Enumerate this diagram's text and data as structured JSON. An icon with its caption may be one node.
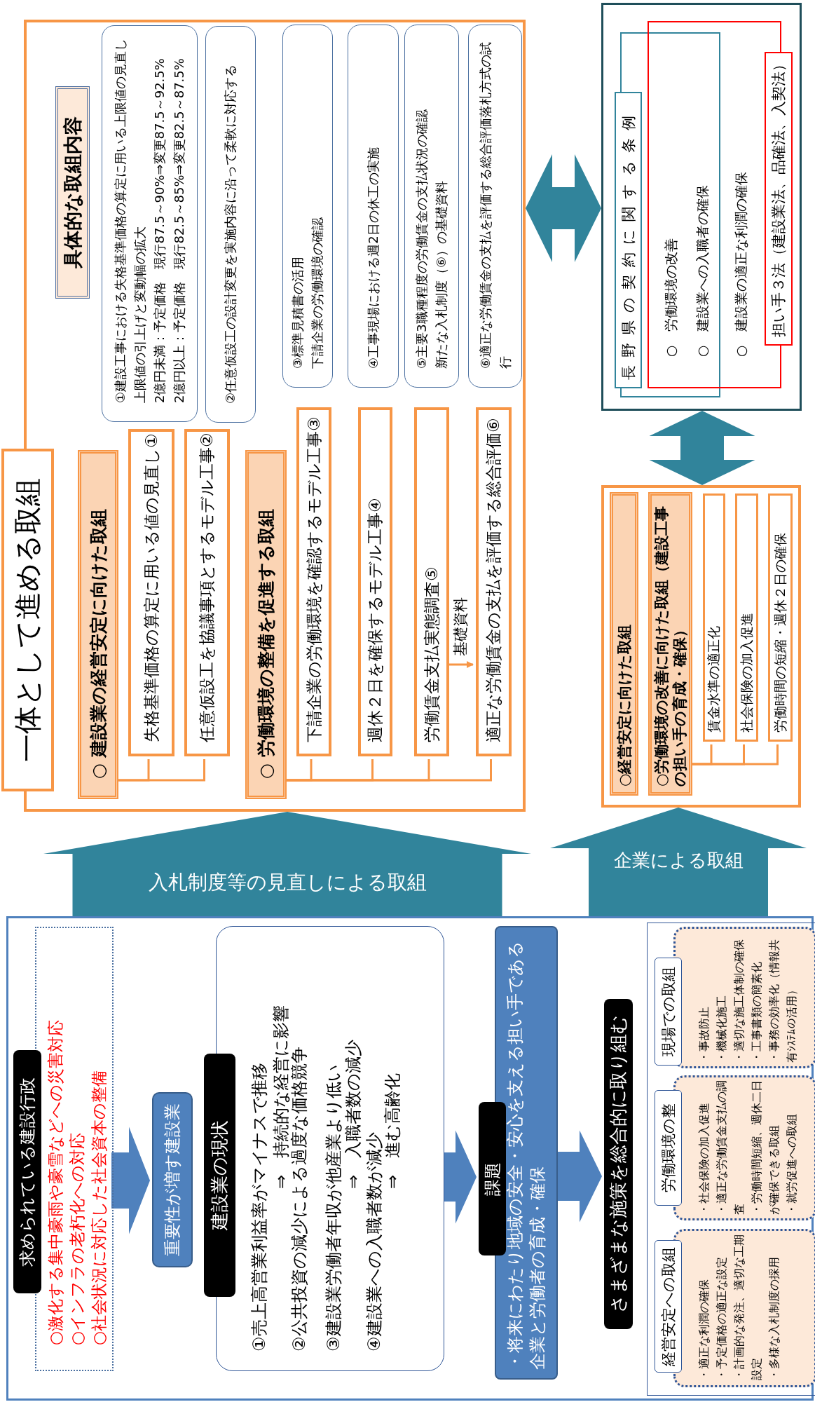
{
  "diagram": {
    "nodes": [
      {
        "text": [],
        "shape": "box"
      },
      {
        "text": [
          "求められている建設行政",
          "○激化する集中豪雨や豪雪などへの災害対応",
          "○インフラの老朽化への対応",
          "○社会状況に対応した社会資本の整備"
        ],
        "in": 0
      },
      {
        "text": [
          "重要性が増す建設業"
        ],
        "in": 0
      },
      {
        "text": [
          "建設業の現状",
          "①売上高営業利益率がマイナスで推移",
          "⇒　持続的な経営に影響",
          "②公共投資の減少による過度な価格競争",
          "③建設業労働者年収が他産業より低い",
          "⇒　入職者数の減少",
          "④建設業への入職者数が減少",
          "⇒　進む高齢化"
        ],
        "in": 0
      },
      {
        "text": [
          "課題",
          "・将来にわたり地域の安全・安心を支える担い手である企業と労働者の育成・確保"
        ],
        "in": 0
      },
      {
        "text": [
          "さまざまな施策を総合的に取り組む"
        ],
        "in": 0
      },
      {
        "text": [],
        "shape": "box",
        "in": 0
      },
      {
        "text": [
          "経営安定への取組",
          "・適正な利潤の確保",
          "・予定価格の適正な設定",
          "・計画的な発注、適切な工期設定",
          "・多様な入札制度の採用"
        ],
        "in": 6
      },
      {
        "text": [
          "労働環境の整",
          "・社会保険の加入促進",
          "・適正な労働賃金支払の調査",
          "・労働時間短縮、週休二日が確保できる取組",
          "・就労促進への取組"
        ],
        "in": 6
      },
      {
        "text": [
          "現場での取組",
          "・事故防止",
          "・機械化施工",
          "・適切な施工体制の確保",
          "・工事書類の簡素化",
          "・事務の効率化（情報共有ｼｽﾃﾑの活用）"
        ],
        "in": 6
      },
      {
        "text": [],
        "shape": "box"
      },
      {
        "text": [
          "○ 建設業の経営安定に向けた取組"
        ],
        "in": 10
      },
      {
        "text": [
          "失格基準価格の算定に用いる値の見直し①"
        ],
        "in": 10
      },
      {
        "text": [
          "任意仮設工を協議事項とするモデル工事②"
        ],
        "in": 10
      },
      {
        "text": [
          "○ 労働環境の整備を促進する取組"
        ],
        "in": 10
      },
      {
        "text": [
          "下請企業の労働環境を確認するモデル工事③"
        ],
        "in": 10
      },
      {
        "text": [
          "週休２日を確保するモデル工事④"
        ],
        "in": 10
      },
      {
        "text": [
          "労働賃金支払実態調査⑤"
        ],
        "in": 10
      },
      {
        "text": [
          "適正な労働賃金の支払を評価する総合評価⑥"
        ],
        "in": 10
      },
      {
        "text": [
          "具体的な取組内容"
        ],
        "in": 10
      },
      {
        "text": [
          "①建設工事における失格基準価格の算定に用いる上限値の見直し",
          "上限値の引上げと変動幅の拡大",
          "2億円未満：予定価格　現行87.5～90%⇒変更87.5～92.5%",
          "2億円以上：予定価格　現行82.5～85%⇒変更82.5～87.5%"
        ],
        "in": 10
      },
      {
        "text": [
          "②任意仮設工の設計変更を実施内容に沿って柔軟に対応する"
        ],
        "in": 10
      },
      {
        "text": [
          "③標準見積書の活用",
          "下請企業の労働環境の確認"
        ],
        "in": 10
      },
      {
        "text": [
          "④工事現場における週2日の休工の実施"
        ],
        "in": 10
      },
      {
        "text": [
          "⑤主要3職種程度の労働賃金の支払状況の確認",
          "新たな入札制度（⑥）の基礎資料"
        ],
        "in": 10
      },
      {
        "text": [
          "⑥適正な労働賃金の支払を評価する総合評価落札方式の試行"
        ],
        "in": 10
      },
      {
        "text": [],
        "shape": "box"
      },
      {
        "text": [
          "○経営安定に向けた取組"
        ],
        "in": 26
      },
      {
        "text": [
          "○労働環境の改善に向けた取組（建設工事の担い手の育成・確保）"
        ],
        "in": 26
      },
      {
        "text": [
          "賃金水準の適正化"
        ],
        "in": 26
      },
      {
        "text": [
          "社会保険の加入促進"
        ],
        "in": 26
      },
      {
        "text": [
          "労働時間の短縮・週休２日の確保"
        ],
        "in": 26
      },
      {
        "text": [],
        "shape": "box"
      },
      {
        "text": [
          "長野県の契約に関する条例"
        ],
        "in": 32
      },
      {
        "text": [
          "担い手３法（建設業法、品確法、入契法）"
        ],
        "in": 32
      },
      {
        "text": [
          "一体として進める取組"
        ]
      }
    ],
    "edges": [
      {
        "from": 1,
        "to": 2,
        "arrow": "to",
        "style": "thick",
        "color": "#4f81bd"
      },
      {
        "from": 3,
        "to": 4,
        "arrow": "to",
        "style": "thick",
        "color": "#4f81bd"
      },
      {
        "from": 4,
        "to": 5,
        "arrow": "to",
        "style": "thick",
        "color": "#4f81bd"
      },
      {
        "from": 0,
        "to": 10,
        "arrow": "to",
        "label": "入札制度等の見直しによる取組",
        "style": "thick",
        "color": "#31849b"
      },
      {
        "from": 0,
        "to": 26,
        "arrow": "to",
        "label": "企業による取組",
        "style": "thick",
        "color": "#31849b"
      },
      {
        "from": 11,
        "to": 12,
        "arrow": "none"
      },
      {
        "from": 11,
        "to": 13,
        "arrow": "none"
      },
      {
        "from": 14,
        "to": 15,
        "arrow": "none"
      },
      {
        "from": 14,
        "to": 16,
        "arrow": "none"
      },
      {
        "from": 14,
        "to": 17,
        "arrow": "none"
      },
      {
        "from": 14,
        "to": 18,
        "arrow": "none"
      },
      {
        "from": 17,
        "to": 18,
        "arrow": "to",
        "label": "基礎資料"
      },
      {
        "from": 28,
        "to": 29,
        "arrow": "none"
      },
      {
        "from": 28,
        "to": 30,
        "arrow": "none"
      },
      {
        "from": 28,
        "to": 31,
        "arrow": "none"
      },
      {
        "from": 10,
        "to": 32,
        "arrow": "both",
        "style": "thick",
        "color": "#31849b"
      },
      {
        "from": 32,
        "to": 26,
        "arrow": "both",
        "style": "thick",
        "color": "#31849b"
      }
    ],
    "labels": [
      "○　労働環境の改善",
      "○　建設業への入職者の確保",
      "○　建設業の適正な利潤の確保"
    ]
  }
}
